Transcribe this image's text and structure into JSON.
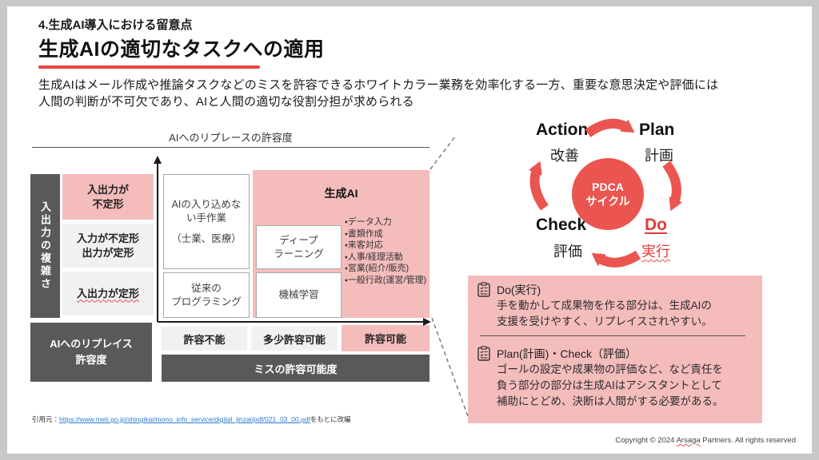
{
  "slide": {
    "section_label": "4.生成AI導入における留意点",
    "title": "生成AIの適切なタスクへの適用",
    "lead_line1": "生成AIはメール作成や推論タスクなどのミスを許容できるホワイトカラー業務を効率化する一方、重要な意思決定や評価には",
    "lead_line2": "人間の判断が不可欠であり、AIと人間の適切な役割分担が求められる"
  },
  "matrix": {
    "top_axis_label": "AIへのリプレースの許容度",
    "y_axis_label": "入出力の複雑さ",
    "row1_line1": "入出力が",
    "row1_line2": "不定形",
    "row2_line1": "入力が不定形",
    "row2_line2": "出力が定形",
    "row3": "入出力が定形",
    "cell_manual_line1": "AIの入り込めない手作業",
    "cell_manual_line2": "（士業、医療）",
    "cell_legacy_line1": "従来の",
    "cell_legacy_line2": "プログラミング",
    "cell_dl_line1": "ディープ",
    "cell_dl_line2": "ラーニング",
    "cell_ml": "機械学習",
    "genai_title": "生成AI",
    "genai_items": [
      "・データ入力",
      "・書類作成",
      "・来客対応",
      "・人事/経理活動",
      "・営業(紹介/販売)",
      "・一般行政(運営/管理)"
    ],
    "replace_line1": "AIへのリプレイス",
    "replace_line2": "許容度",
    "tolerance1": "許容不能",
    "tolerance2": "多少許容可能",
    "tolerance3": "許容可能",
    "bottom_axis_label": "ミスの許容可能度"
  },
  "pdca": {
    "center_line1": "PDCA",
    "center_line2": "サイクル",
    "action": "Action",
    "action_jp": "改善",
    "plan": "Plan",
    "plan_jp": "計画",
    "check": "Check",
    "check_jp": "評価",
    "do": "Do",
    "do_jp": "実行"
  },
  "notes": {
    "do_icon": "clipboard-icon",
    "do_title": "Do(実行)",
    "do_line1": "手を動かして成果物を作る部分は、生成AIの",
    "do_line2": "支援を受けやすく、リプレイスされやすい。",
    "pc_icon": "clipboard-icon",
    "pc_title": "Plan(計画)・Check（評価）",
    "pc_line1": "ゴールの設定や成果物の評価など、など責任を",
    "pc_line2": "負う部分の部分は生成AIはアシスタントとして",
    "pc_line3": "補助にとどめ、決断は人間がする必要がある。"
  },
  "footer": {
    "citation_prefix": "引用元：",
    "citation_link": "https://www.meti.go.jp/shingikai/mono_info_service/digital_jinzai/pdf/021_03_00.pdf",
    "citation_suffix": "をもとに改編",
    "copyright_prefix": "Copyright © 2024 ",
    "copyright_name": "Arsaga",
    "copyright_suffix": " Partners. All rights reserved"
  },
  "colors": {
    "pink": "#f5bcbc",
    "accent_red": "#ea5550",
    "underline_red": "#e24444",
    "dark_gray": "#595959",
    "light_gray": "#f1f1f1",
    "link_blue": "#2b7cd3",
    "frame_gray": "#c8c8c8"
  }
}
